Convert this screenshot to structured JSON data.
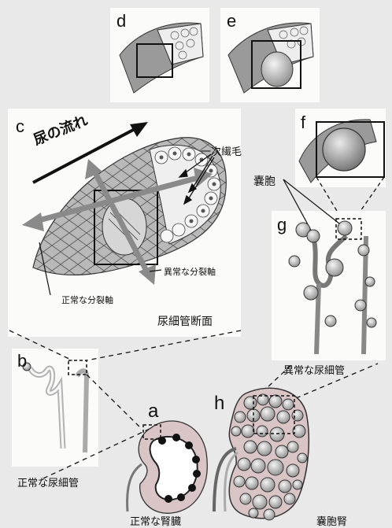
{
  "panels": {
    "a": "a",
    "b": "b",
    "c": "c",
    "d": "d",
    "e": "e",
    "f": "f",
    "g": "g",
    "h": "h"
  },
  "labels": {
    "urine_flow": "尿の流れ",
    "primary_cilia": "一次繊毛",
    "abnormal_axis": "異常な分裂軸",
    "normal_axis": "正常な分裂軸",
    "tubule_cross_section": "尿細管断面",
    "cyst": "嚢胞",
    "abnormal_tubule": "異常な尿細管",
    "normal_tubule": "正常な尿細管",
    "normal_kidney": "正常な腎臓",
    "cystic_kidney": "嚢胞腎"
  }
}
